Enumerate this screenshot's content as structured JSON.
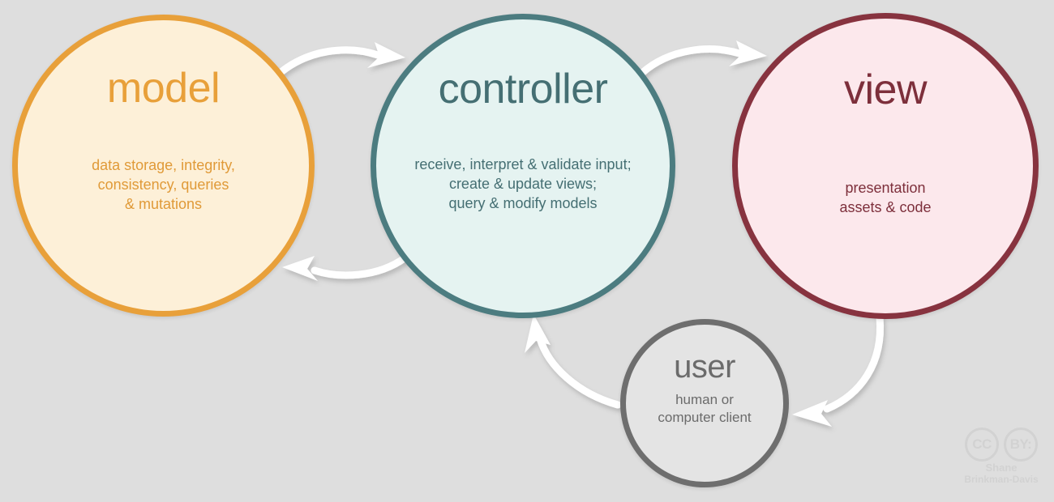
{
  "diagram": {
    "title": "MVC architecture flow diagram",
    "background_color": "#dedede",
    "nodes": [
      {
        "id": "model",
        "title": "model",
        "description": "data storage, integrity,\nconsistency, queries\n& mutations",
        "fill_color": "#fdf0d8",
        "border_color": "#e8a03a",
        "text_color": "#e09a38"
      },
      {
        "id": "controller",
        "title": "controller",
        "description": "receive, interpret & validate input;\ncreate & update views;\nquery & modify models",
        "fill_color": "#e5f3f1",
        "border_color": "#4c7c80",
        "text_color": "#456f73"
      },
      {
        "id": "view",
        "title": "view",
        "description": "presentation\nassets & code",
        "fill_color": "#fce8ec",
        "border_color": "#87333f",
        "text_color": "#7d2f3b"
      },
      {
        "id": "user",
        "title": "user",
        "description": "human or\ncomputer client",
        "fill_color": "#e4e4e4",
        "border_color": "#6e6e6e",
        "text_color": "#6b6b6b"
      }
    ],
    "arrows": [
      {
        "id": "model-to-controller",
        "from": "model",
        "to": "controller",
        "color": "#ffffff"
      },
      {
        "id": "controller-to-model",
        "from": "controller",
        "to": "model",
        "color": "#ffffff"
      },
      {
        "id": "controller-to-view",
        "from": "controller",
        "to": "view",
        "color": "#ffffff"
      },
      {
        "id": "view-to-user",
        "from": "view",
        "to": "user",
        "color": "#ffffff"
      },
      {
        "id": "user-to-controller",
        "from": "user",
        "to": "controller",
        "color": "#ffffff"
      }
    ]
  },
  "license": {
    "mark_cc": "CC",
    "mark_by": "BY:",
    "author_line1": "Shane",
    "author_line2": "Brinkman-Davis",
    "color": "#d2d2d2"
  }
}
